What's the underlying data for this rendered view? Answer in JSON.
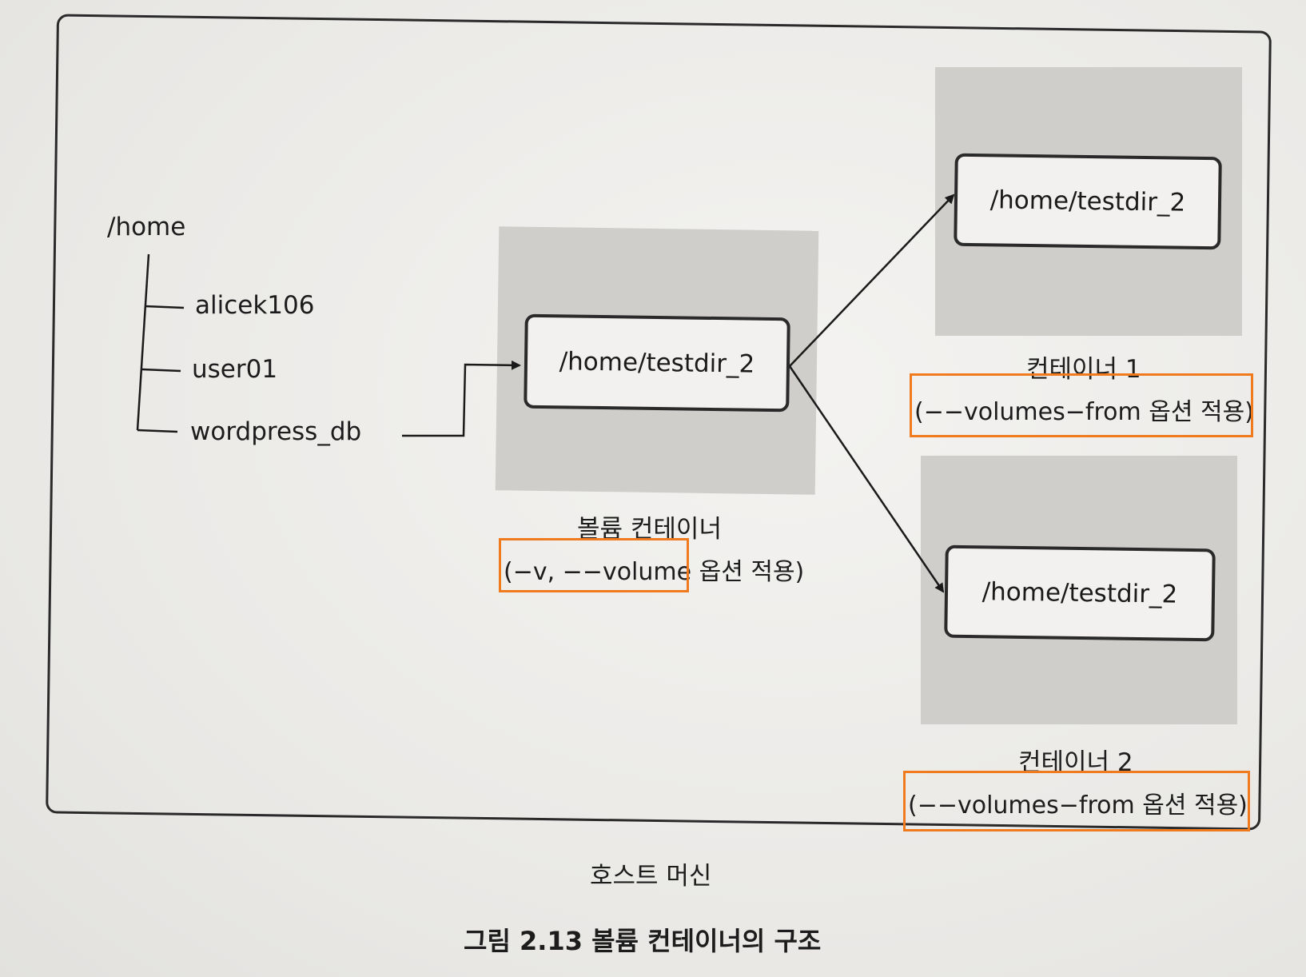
{
  "tree": {
    "root": "/home",
    "children": [
      "alicek106",
      "user01",
      "wordpress_db"
    ]
  },
  "volume_container": {
    "path": "/home/testdir_2",
    "name": "볼륨 컨테이너",
    "option": "(−v, −−volume 옵션 적용)"
  },
  "container1": {
    "path": "/home/testdir_2",
    "name": "컨테이너 1",
    "option": "(−−volumes−from 옵션 적용)"
  },
  "container2": {
    "path": "/home/testdir_2",
    "name": "컨테이너 2",
    "option": "(−−volumes−from 옵션 적용)"
  },
  "host_label": "호스트 머신",
  "figure_caption": "그림 2.13 볼륨 컨테이너의 구조",
  "colors": {
    "highlight": "#f07a1e",
    "panel": "#cfcecb",
    "line": "#1a1a1a"
  }
}
